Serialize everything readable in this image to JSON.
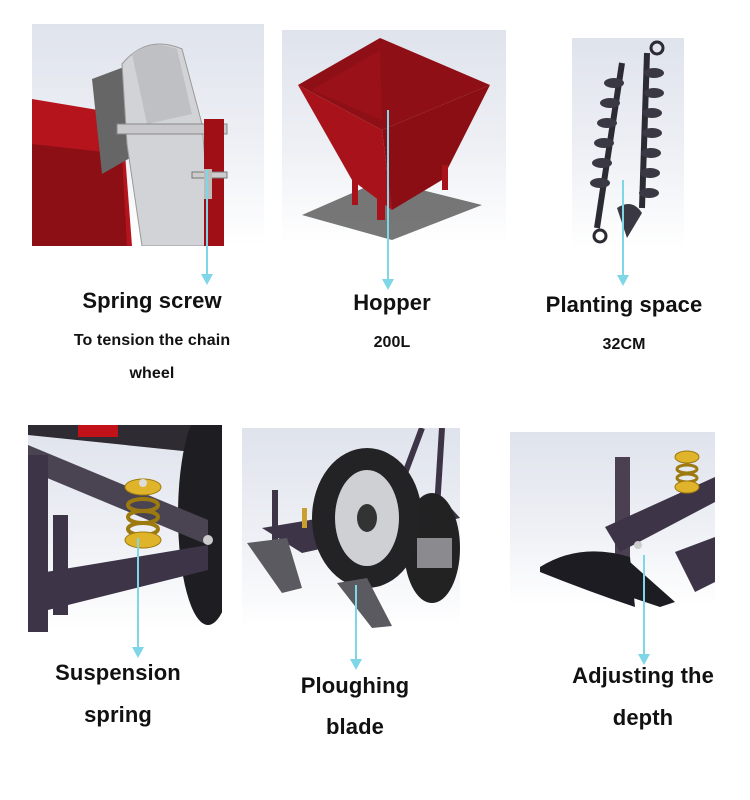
{
  "features": [
    {
      "title": "Spring screw",
      "subtitle_lines": [
        "To tension the chain",
        "wheel"
      ],
      "icon": "spring-screw-render"
    },
    {
      "title": "Hopper",
      "subtitle_lines": [
        "200L"
      ],
      "icon": "hopper-render"
    },
    {
      "title": "Planting space",
      "subtitle_lines": [
        "32CM"
      ],
      "icon": "planting-chain-render"
    },
    {
      "title_lines": [
        "Suspension",
        "spring"
      ],
      "icon": "suspension-spring-render"
    },
    {
      "title_lines": [
        "Ploughing",
        "blade"
      ],
      "icon": "ploughing-blade-render"
    },
    {
      "title_lines": [
        "Adjusting the",
        "depth"
      ],
      "icon": "depth-adjust-render"
    }
  ],
  "colors": {
    "arrow": "#7fd6e6",
    "hopper_red": "#a8121a",
    "frame_purple": "#3d3448",
    "spring_gold": "#e0b42a",
    "text": "#111111"
  }
}
